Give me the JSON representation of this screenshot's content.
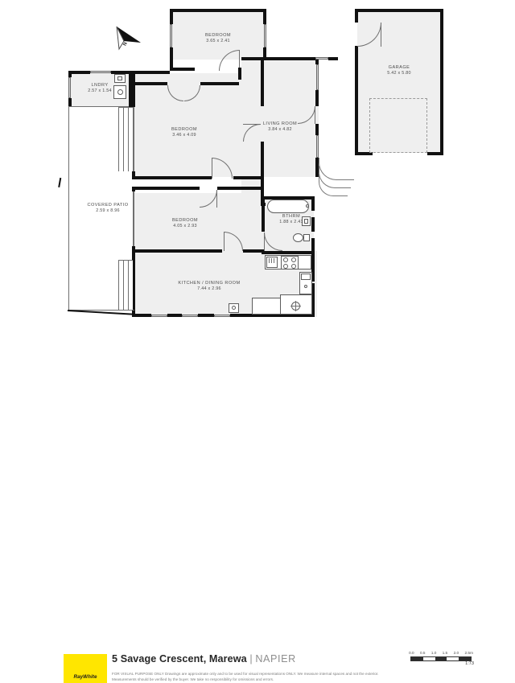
{
  "document": {
    "type": "floor-plan",
    "address": "5 Savage Crescent, Marewa",
    "address_separator": "|",
    "city": "NAPIER",
    "disclaimer": "FOR VISUAL PURPOSE ONLY Drawings are approximate only and to be used for visual representations ONLY. We measure internal spaces and not the exterior. Measurements should be verified by the buyer. We take no responsibility for omissions and errors.",
    "brand": "RayWhite",
    "brand_color": "#ffe600",
    "compass": "N"
  },
  "scale": {
    "ticks": [
      "0.0",
      "0.5",
      "1.0",
      "1.5",
      "2.0",
      "2.5m"
    ],
    "ratio": "1:73"
  },
  "rooms": [
    {
      "id": "bedroom-1",
      "name": "BEDROOM",
      "dim": "3.65 x 2.41"
    },
    {
      "id": "laundry",
      "name": "LNDRY",
      "dim": "2.57 x 1.54"
    },
    {
      "id": "bedroom-2",
      "name": "BEDROOM",
      "dim": "3.46 x 4.09"
    },
    {
      "id": "living-room",
      "name": "LIVING ROOM",
      "dim": "3.84 x 4.82"
    },
    {
      "id": "garage",
      "name": "GARAGE",
      "dim": "5.42 x 5.80"
    },
    {
      "id": "covered-patio",
      "name": "COVERED PATIO",
      "dim": "2.59 x 8.96"
    },
    {
      "id": "bedroom-3",
      "name": "BEDROOM",
      "dim": "4.05 x 2.93"
    },
    {
      "id": "bathroom",
      "name": "BTHRM",
      "dim": "1.88 x 2.41"
    },
    {
      "id": "kitchen-dining",
      "name": "KITCHEN / DINING ROOM",
      "dim": "7.44 x 2.96"
    }
  ]
}
